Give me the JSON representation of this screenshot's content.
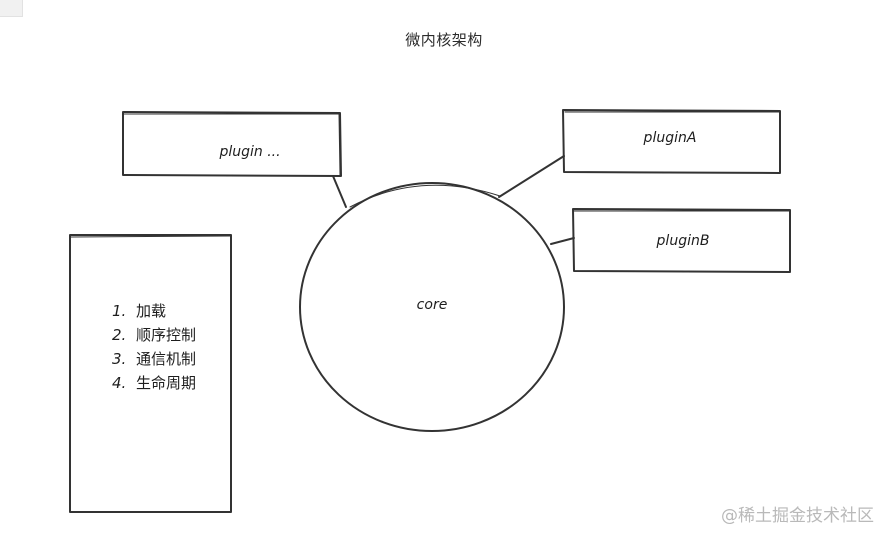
{
  "title": "微内核架构",
  "core": {
    "label": "core"
  },
  "plugins": [
    {
      "label": "plugin ..."
    },
    {
      "label": "pluginA"
    },
    {
      "label": "pluginB"
    }
  ],
  "steps": [
    {
      "num": "1.",
      "text": "加载"
    },
    {
      "num": "2.",
      "text": "顺序控制"
    },
    {
      "num": "3.",
      "text": "通信机制"
    },
    {
      "num": "4.",
      "text": "生命周期"
    }
  ],
  "watermark": "@稀土掘金技术社区"
}
